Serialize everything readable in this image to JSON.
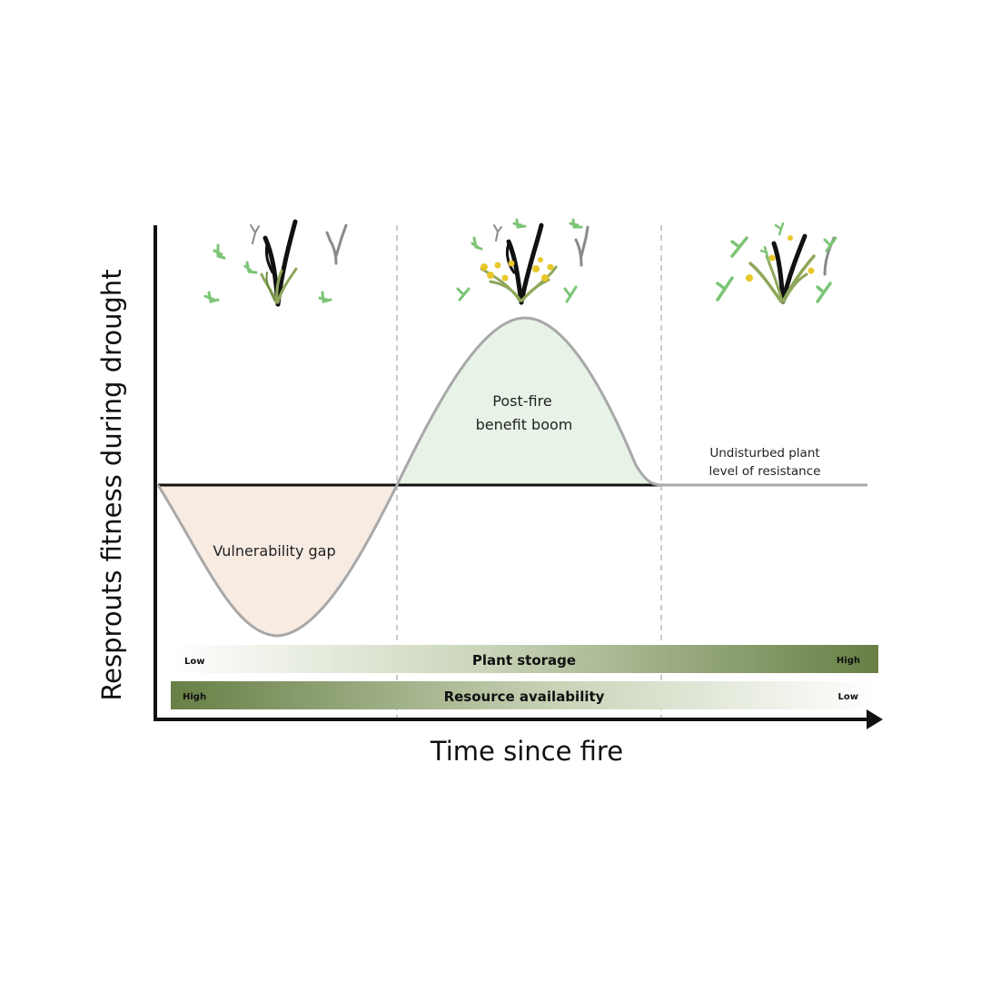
{
  "diagram": {
    "y_axis_title": "Resprouts fitness during drought",
    "x_axis_title": "Time since fire",
    "regions": {
      "vulnerability_gap": "Vulnerability gap",
      "boom_line1": "Post-fire",
      "boom_line2": "benefit boom",
      "undisturbed_line1": "Undisturbed plant",
      "undisturbed_line2": "level of resistance"
    },
    "gradient_bars": [
      {
        "title": "Plant storage",
        "left_label": "Low",
        "right_label": "High"
      },
      {
        "title": "Resource availability",
        "left_label": "High",
        "right_label": "Low"
      }
    ],
    "colors": {
      "vulnerability_fill": "#f7ebe2",
      "boom_fill": "#e8f3e7",
      "curve_stroke": "#a8a8a8",
      "bar_dark": "#677f45",
      "bar_light": "#ffffff",
      "leaf_green": "#7cc576",
      "stem_olive": "#8ea75a",
      "flower_yellow": "#e8c72a",
      "trunk_black": "#111111",
      "dead_grey": "#8a8a8a"
    },
    "icons": [
      "resprouting-plant-icon",
      "flowering-plant-icon",
      "mature-plant-icon"
    ]
  }
}
